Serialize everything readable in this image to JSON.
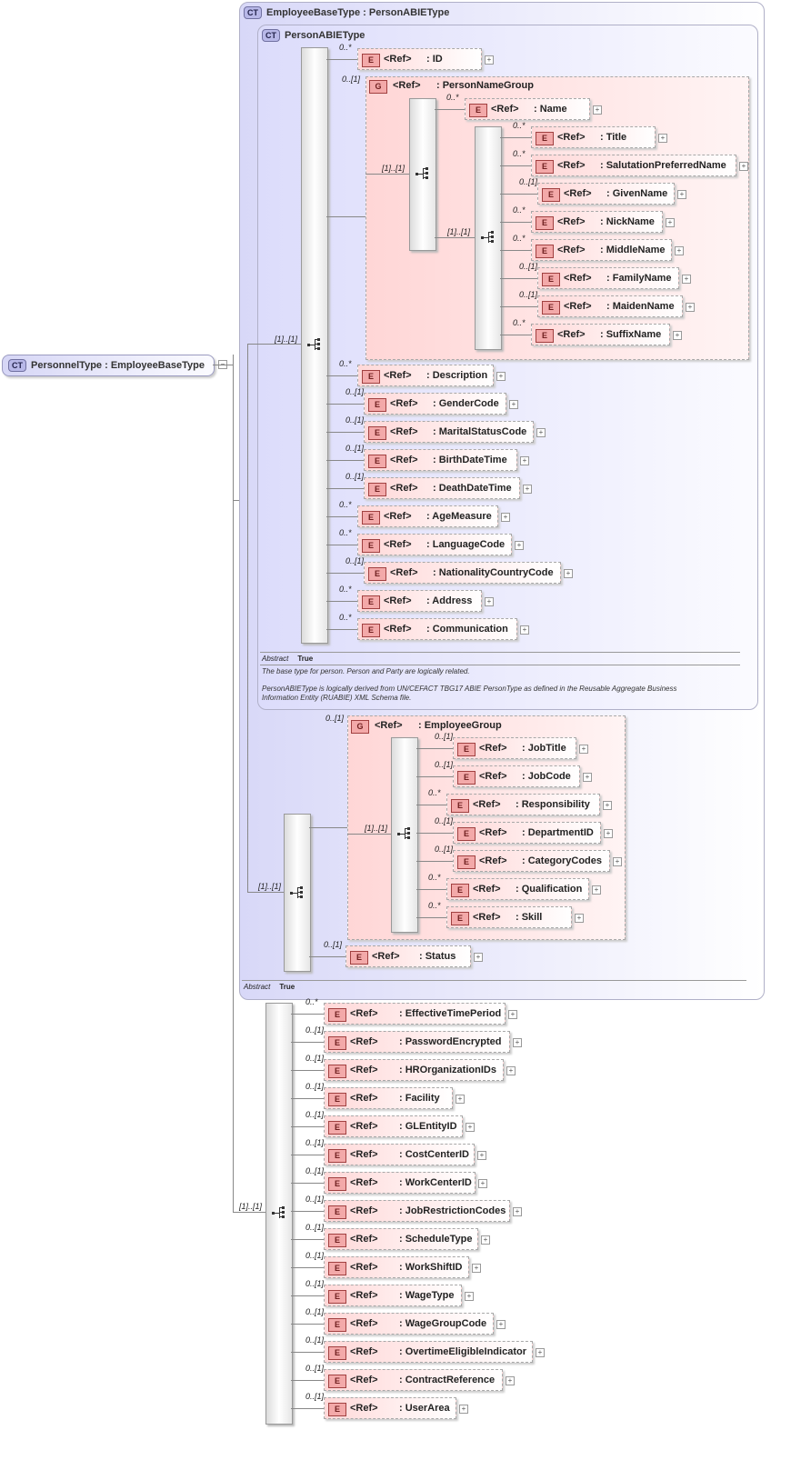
{
  "root": {
    "badge": "CT",
    "label": "PersonnelType : EmployeeBaseType"
  },
  "employee_base": {
    "badge": "CT",
    "title": "EmployeeBaseType : PersonABIEType",
    "abstract_label": "Abstract",
    "abstract_value": "True"
  },
  "person_abie": {
    "badge": "CT",
    "title": "PersonABIEType",
    "abstract_label": "Abstract",
    "abstract_value": "True",
    "doc1": "The base type for person. Person and Party are logically related.",
    "doc2": "PersonABIEType is logically derived from UN/CEFACT TBG17 ABIE PersonType as defined in the Reusable Aggregate Business",
    "doc3": "Information Entity (RUABIE) XML Schema file."
  },
  "badges": {
    "element": "E",
    "group": "G"
  },
  "ref_label": "<Ref>",
  "person_group": {
    "card": "0..[1]",
    "label": ": PersonNameGroup",
    "inner_card": "[1]..[1]",
    "name_seq_card": "[1]..[1]"
  },
  "employee_group": {
    "card": "0..[1]",
    "label": ": EmployeeGroup",
    "inner_card": "[1]..[1]"
  },
  "seq_cards": {
    "person": "[1]..[1]",
    "employee": "[1]..[1]",
    "personnel": "[1]..[1]"
  },
  "person_name_top": [
    {
      "card": "0..*",
      "name": ": Name"
    }
  ],
  "person_name_items": [
    {
      "card": "0..*",
      "name": ": Title"
    },
    {
      "card": "0..*",
      "name": ": SalutationPreferredName"
    },
    {
      "card": "0..[1]",
      "name": ": GivenName"
    },
    {
      "card": "0..*",
      "name": ": NickName"
    },
    {
      "card": "0..*",
      "name": ": MiddleName"
    },
    {
      "card": "0..[1]",
      "name": ": FamilyName"
    },
    {
      "card": "0..[1]",
      "name": ": MaidenName"
    },
    {
      "card": "0..*",
      "name": ": SuffixName"
    }
  ],
  "person_items": [
    {
      "card": "0..*",
      "name": ": ID"
    },
    {
      "card": "0..*",
      "name": ": Description"
    },
    {
      "card": "0..[1]",
      "name": ": GenderCode"
    },
    {
      "card": "0..[1]",
      "name": ": MaritalStatusCode"
    },
    {
      "card": "0..[1]",
      "name": ": BirthDateTime"
    },
    {
      "card": "0..[1]",
      "name": ": DeathDateTime"
    },
    {
      "card": "0..*",
      "name": ": AgeMeasure"
    },
    {
      "card": "0..*",
      "name": ": LanguageCode"
    },
    {
      "card": "0..[1]",
      "name": ": NationalityCountryCode"
    },
    {
      "card": "0..*",
      "name": ": Address"
    },
    {
      "card": "0..*",
      "name": ": Communication"
    }
  ],
  "employee_items": [
    {
      "card": "0..[1]",
      "name": ": JobTitle"
    },
    {
      "card": "0..[1]",
      "name": ": JobCode"
    },
    {
      "card": "0..*",
      "name": ": Responsibility"
    },
    {
      "card": "0..[1]",
      "name": ": DepartmentID"
    },
    {
      "card": "0..[1]",
      "name": ": CategoryCodes"
    },
    {
      "card": "0..*",
      "name": ": Qualification"
    },
    {
      "card": "0..*",
      "name": ": Skill"
    }
  ],
  "status_item": {
    "card": "0..[1]",
    "name": ": Status"
  },
  "personnel_items": [
    {
      "card": "0..*",
      "name": ": EffectiveTimePeriod"
    },
    {
      "card": "0..[1]",
      "name": ": PasswordEncrypted"
    },
    {
      "card": "0..[1]",
      "name": ": HROrganizationIDs"
    },
    {
      "card": "0..[1]",
      "name": ": Facility"
    },
    {
      "card": "0..[1]",
      "name": ": GLEntityID"
    },
    {
      "card": "0..[1]",
      "name": ": CostCenterID"
    },
    {
      "card": "0..[1]",
      "name": ": WorkCenterID"
    },
    {
      "card": "0..[1]",
      "name": ": JobRestrictionCodes"
    },
    {
      "card": "0..[1]",
      "name": ": ScheduleType"
    },
    {
      "card": "0..[1]",
      "name": ": WorkShiftID"
    },
    {
      "card": "0..[1]",
      "name": ": WageType"
    },
    {
      "card": "0..[1]",
      "name": ": WageGroupCode"
    },
    {
      "card": "0..[1]",
      "name": ": OvertimeEligibleIndicator"
    },
    {
      "card": "0..[1]",
      "name": ": ContractReference"
    },
    {
      "card": "0..[1]",
      "name": ": UserArea"
    }
  ]
}
